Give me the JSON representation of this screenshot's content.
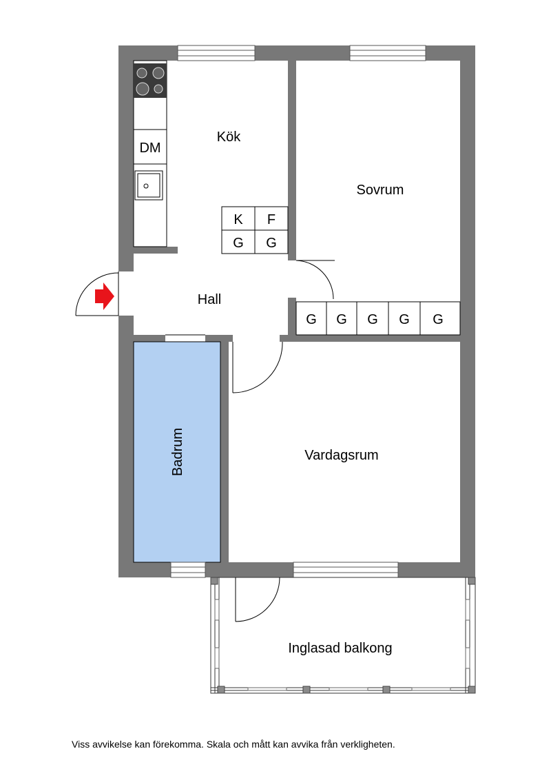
{
  "rooms": {
    "kitchen": "Kök",
    "bedroom": "Sovrum",
    "hall": "Hall",
    "bathroom": "Badrum",
    "living": "Vardagsrum",
    "balcony": "Inglasad balkong"
  },
  "fixtures": {
    "dishwasher": "DM",
    "fridge": "K",
    "freezer": "F",
    "hall_closet_1": "G",
    "hall_closet_2": "G",
    "bedroom_closets": [
      "G",
      "G",
      "G",
      "G",
      "G"
    ]
  },
  "footer": {
    "disclaimer": "Viss avvikelse kan förekomma. Skala och mått kan avvika från verkligheten."
  },
  "colors": {
    "wall": "#787878",
    "bathroom_fill": "#b3d0f2",
    "entrance_marker": "#e8141b"
  }
}
